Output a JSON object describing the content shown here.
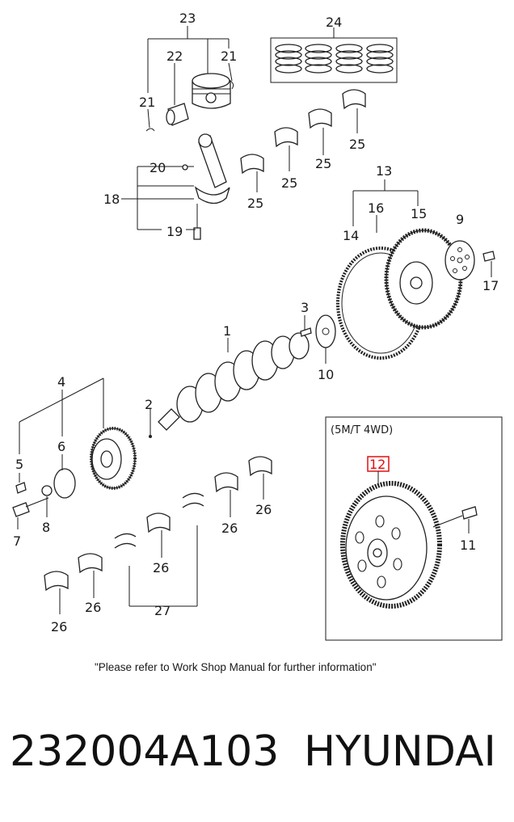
{
  "callouts": {
    "c1": "1",
    "c2": "2",
    "c3": "3",
    "c4": "4",
    "c5": "5",
    "c6": "6",
    "c7": "7",
    "c8": "8",
    "c9": "9",
    "c10": "10",
    "c11": "11",
    "c12": "12",
    "c13": "13",
    "c14": "14",
    "c15": "15",
    "c16": "16",
    "c17": "17",
    "c18": "18",
    "c19": "19",
    "c20": "20",
    "c21": "21",
    "c22": "22",
    "c23": "23",
    "c24": "24",
    "c25": "25",
    "c26": "26",
    "c27": "27"
  },
  "inset": {
    "title": "(5M/T 4WD)",
    "highlight": "12"
  },
  "note": "\"Please refer to Work Shop Manual for further information\"",
  "footer": {
    "part_number": "232004A103",
    "brand": "HYUNDAI"
  },
  "colors": {
    "highlight": "#e01010",
    "ink": "#1a1a1a"
  }
}
